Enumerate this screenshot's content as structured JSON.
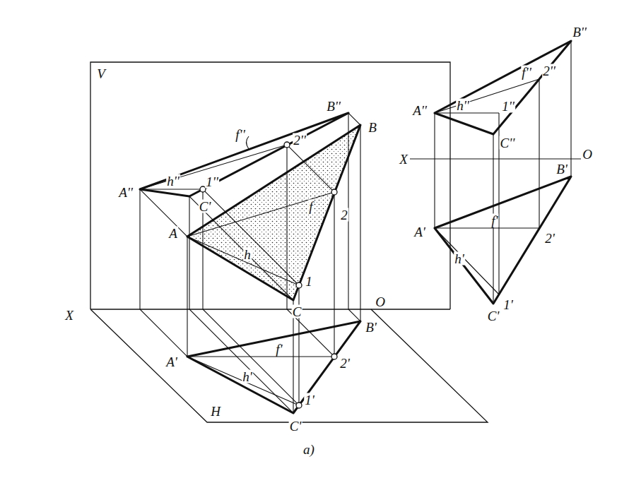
{
  "diagram": {
    "caption": "a)",
    "labels": [
      "V",
      "A''",
      "B''",
      "B",
      "A",
      "C",
      "C'",
      "1''",
      "2''",
      "f''",
      "h''",
      "f",
      "h",
      "1",
      "2",
      "X",
      "O",
      "A'",
      "B'",
      "C'",
      "f'",
      "h'",
      "1'",
      "2'",
      "H",
      "B''",
      "A''",
      "h''",
      "f''",
      "2''",
      "1''",
      "C''",
      "X",
      "O",
      "B'",
      "A'",
      "f'",
      "2'",
      "h'",
      "1'",
      "C'"
    ]
  }
}
